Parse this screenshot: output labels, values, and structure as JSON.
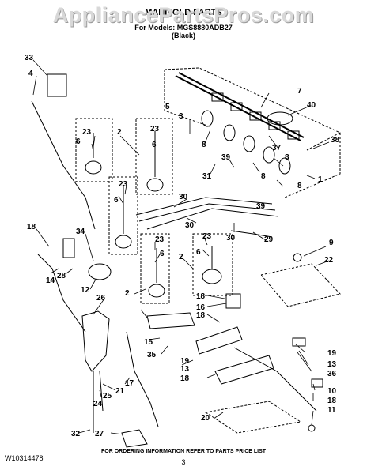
{
  "watermark": "AppliancePartsPros.com",
  "title": "MANIFOLD PARTS",
  "model_line": "For Models: MGS8880ADB27",
  "color_line": "(Black)",
  "labels": [
    "33",
    "4",
    "7",
    "5",
    "40",
    "3",
    "2",
    "23",
    "6",
    "23",
    "6",
    "8",
    "37",
    "38",
    "8",
    "39",
    "31",
    "8",
    "8",
    "1",
    "23",
    "6",
    "30",
    "30",
    "39",
    "30",
    "29",
    "9",
    "22",
    "18",
    "34",
    "23",
    "6",
    "23",
    "6",
    "2",
    "2",
    "28",
    "14",
    "12",
    "26",
    "18",
    "16",
    "18",
    "15",
    "35",
    "19",
    "13",
    "18",
    "19",
    "13",
    "36",
    "10",
    "18",
    "11",
    "21",
    "17",
    "24",
    "25",
    "20",
    "32",
    "27"
  ],
  "footer": {
    "code": "W10314478",
    "order_info": "FOR ORDERING INFORMATION REFER TO PARTS PRICE LIST",
    "page": "3"
  }
}
